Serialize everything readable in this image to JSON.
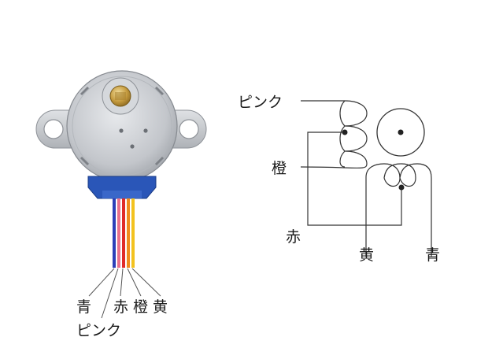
{
  "photo_labels": {
    "blue": "青",
    "pink": "ピンク",
    "red": "赤",
    "orange": "橙",
    "yellow": "黄"
  },
  "schematic_labels": {
    "pink": "ピンク",
    "orange": "橙",
    "red": "赤",
    "yellow": "黄",
    "blue": "青"
  },
  "colors": {
    "body": "#c9ccd0",
    "connector": "#2a56b8",
    "wire_blue": "#2c3fb8",
    "wire_pink": "#e9708c",
    "wire_red": "#e02a2a",
    "wire_orange": "#f08a1e",
    "wire_yellow": "#f3c21e",
    "shaft": "#c8a24a"
  }
}
